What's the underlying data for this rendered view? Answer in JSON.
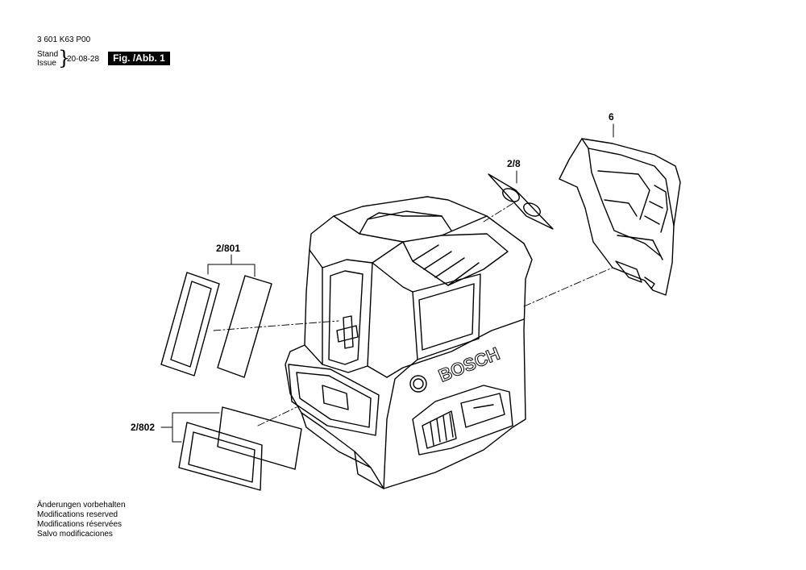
{
  "header": {
    "doc_number": "3 601 K63 P00",
    "stand_label": "Stand",
    "issue_label": "Issue",
    "issue_date": "20-08-28",
    "fig_label": "Fig. /Abb. 1"
  },
  "parts": {
    "part_6": "6",
    "part_2_8": "2/8",
    "part_2_801": "2/801",
    "part_2_802": "2/802"
  },
  "product": {
    "brand_text": "BOSCH"
  },
  "footer": {
    "notes": [
      "Änderungen vorbehalten",
      "Modifications reserved",
      "Modifications réservées",
      "Salvo modificaciones"
    ]
  },
  "colors": {
    "line": "#000000",
    "background": "#ffffff"
  }
}
